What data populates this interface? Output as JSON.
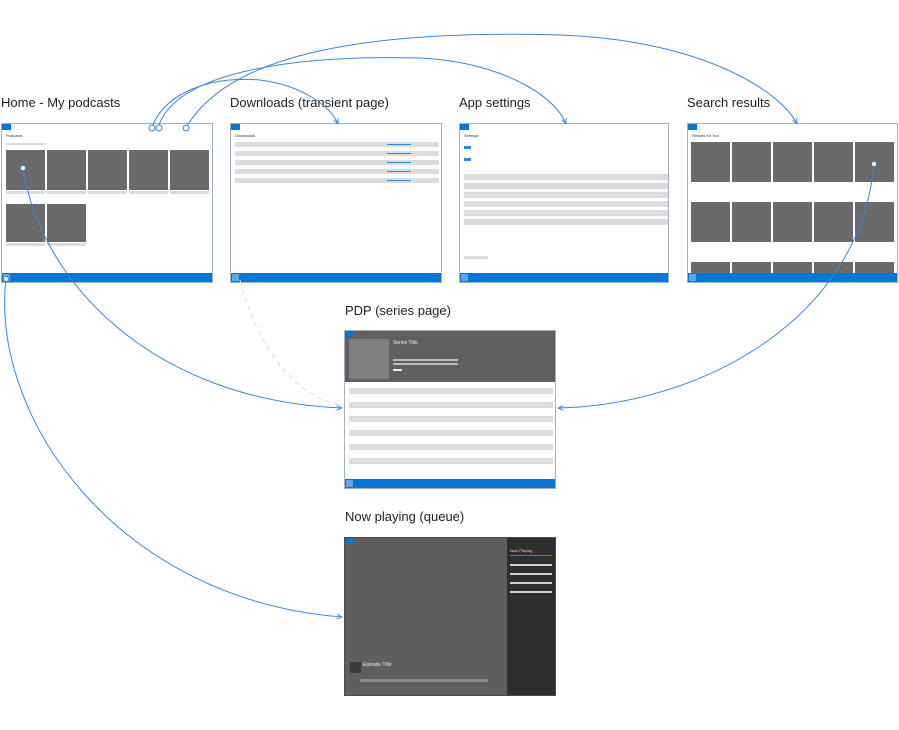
{
  "labels": {
    "home": "Home - My podcasts",
    "downloads": "Downloads (transient page)",
    "settings": "App settings",
    "search": "Search results",
    "pdp": "PDP (series page)",
    "nowplaying": "Now playing (queue)"
  },
  "screens": {
    "home_title": "Podcasts",
    "downloads_title": "Downloads",
    "settings_title": "Settings",
    "search_title": "Results for 'foo'",
    "pdp_series_title": "Series Title",
    "np_queue_title": "Now Playing",
    "np_episode_title": "Episode Title"
  },
  "colors": {
    "accent": "#0078d7",
    "link": "#3b86d8",
    "tile": "#6a6a6a",
    "dark_bg": "#5e5e5e"
  }
}
